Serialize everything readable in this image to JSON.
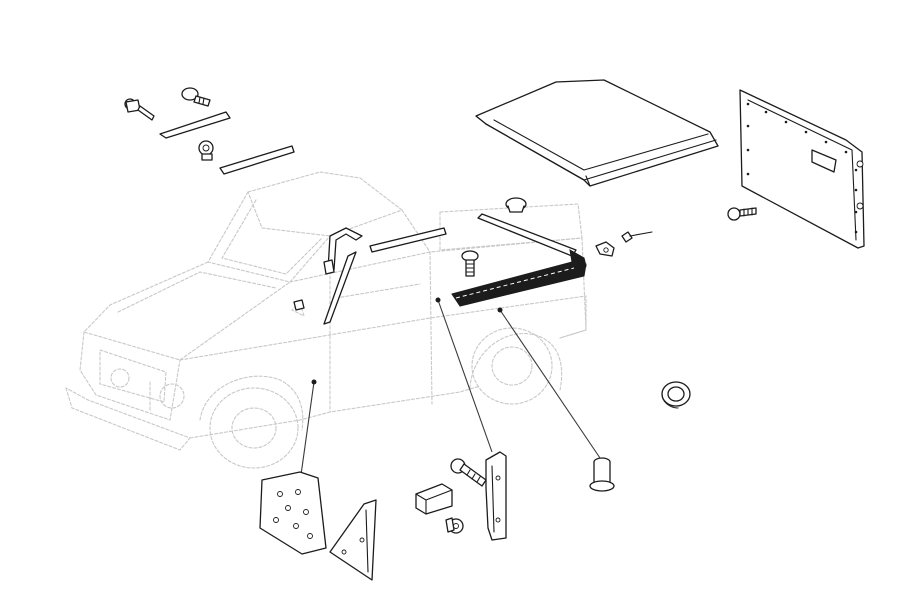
{
  "diagram": {
    "parts": [
      {
        "id": "screw-small-upper-left",
        "icon": "screw-icon"
      },
      {
        "id": "screw-small-upper-mid",
        "icon": "screw-icon"
      },
      {
        "id": "trim-strip-upper",
        "icon": "trim-strip-icon"
      },
      {
        "id": "clip-round",
        "icon": "clip-icon"
      },
      {
        "id": "trim-strip-lower",
        "icon": "trim-strip-icon"
      },
      {
        "id": "hardtop-roof",
        "icon": "roof-panel-icon"
      },
      {
        "id": "door-trim-panel",
        "icon": "door-panel-icon"
      },
      {
        "id": "screw-door-panel",
        "icon": "screw-icon"
      },
      {
        "id": "plug-cap",
        "icon": "plug-icon"
      },
      {
        "id": "side-rail-strip",
        "icon": "rail-icon"
      },
      {
        "id": "bracket-clip",
        "icon": "bracket-icon"
      },
      {
        "id": "rivet-pin",
        "icon": "rivet-icon"
      },
      {
        "id": "screw-center",
        "icon": "screw-icon"
      },
      {
        "id": "rubber-grommet",
        "icon": "grommet-icon"
      },
      {
        "id": "seal-black-rail",
        "icon": "seal-icon"
      },
      {
        "id": "spacer-sleeve",
        "icon": "sleeve-icon"
      },
      {
        "id": "corner-panel-left",
        "icon": "panel-icon"
      },
      {
        "id": "triangle-panel",
        "icon": "panel-icon"
      },
      {
        "id": "rubber-buffer",
        "icon": "buffer-icon"
      },
      {
        "id": "screw-bottom-a",
        "icon": "screw-icon"
      },
      {
        "id": "screw-bottom-b",
        "icon": "screw-icon"
      },
      {
        "id": "pillar-bracket",
        "icon": "bracket-icon"
      }
    ]
  }
}
